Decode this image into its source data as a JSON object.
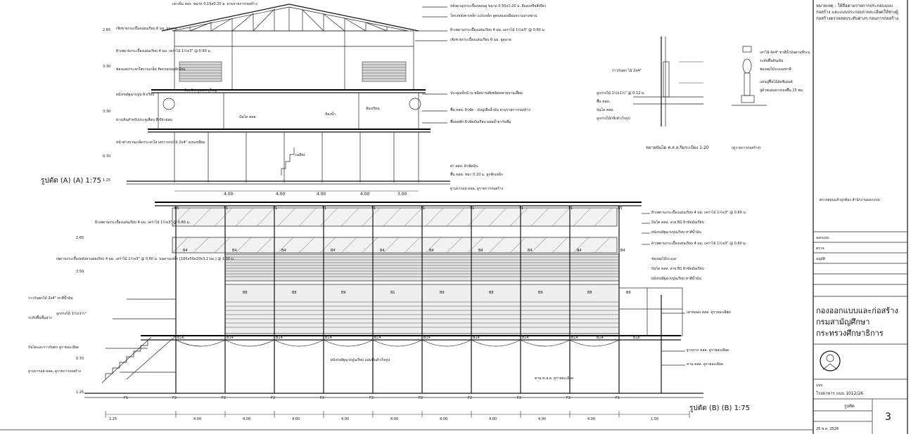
{
  "section_label": "รูปตัด (A) (A) 1:75",
  "elevation_label": "รูปตัด (B) (B) 1:75",
  "detail_title": "ขยายบันได ค.ส.ล.ริมระเบียง 1:20",
  "detail_note": "(ดูรายการก่อสร้าง)",
  "roof_top_note": "เสาเข็ม คอร. ขนาด 0.15x0.20 ม. ตามรายการก่อสร้าง",
  "upper_notes": [
    "หลังคามุงกระเบื้องลอนคู่ ขนาด 0.50x1.20 ม. สีแดงหรือสีเขียว",
    "โครงหลังคาเหล็ก แปรเหล็ก สูตรสองเหลี่ยมความลาดชาน",
    "ฝ้าเพดานกระเบื้องแผ่นเรียบ 4 มม. เคร่าไม้ 1½x3\" @ 0.60 ม.",
    "เชิงชายกระเบื้องแผ่นเรียบ 6 มม. ยูคอาล",
    "ประตูเหล็กม้วน ชนิดบานพับชนิดหลายบานเฟี้ยม",
    "พื้น คสล. ผิวขัด - มันปูเสื่อน้ำมัน ตามรายการก่อสร้าง",
    "พื้นหอพัก ผิวขัดมันเรียบ ผสมน้ำยากันซึม"
  ],
  "left_notes": [
    "เชิงชายกระเบื้องแผ่นเรียบ 6 มม. ยูคอาล",
    "ฝ้าเพดานกระเบื้องแผ่นเรียบ 4 มม. เคร่าไม้ 1½x3\" @ 0.60 ม.",
    "ช่องแสงกระจกใสบานเกล็ด ติดกรอบอลูมิเนียม",
    "ผนังก่ออิฐฉาบปูน ผิวเรียบ",
    "ทางเดินสำหรับประตูเลื่อน สีเขียวอ่อน",
    "หน้าต่างบานเกล็ดกระจกใส เคร่าวงกบไม้ 2x4\" แบบเหลี่ยม"
  ],
  "section_rooms": [
    "ห้องพักครูและครูใหญ่",
    "บันได คสล.",
    "ห้องน้ำ",
    "ห้องเรียน",
    "เฉลียง"
  ],
  "mid_notes": [
    "ฝา คสล. ผิวขัดมัน",
    "พื้น คสล. หนา 0.10 ม. ลูกฟักเหล็ก",
    "ฐานรากแผ่ คสล. ดูรายการก่อสร้าง"
  ],
  "detail_notes": [
    "ราวกันตก ไม้ 2x4\"",
    "ลูกกรงไม้ 1½x1½\" @ 0.12 ม.",
    "พื้น คสล.",
    "บันได คสล.",
    "ลูกกรงไม้กลึงสำเร็จรูป"
  ],
  "far_right_notes": [
    "เสาไม้ 4x4\" ทาสีน้ำมันตามที่ระบุ",
    "ระดับพื้นดินเดิม",
    "ช่องลมไม้ระแนงทาสี",
    "แผ่นปูพื้นไม้อัดซีเมนต์",
    "ปูด้วยแผ่นยางรองพื้น 15 ซม."
  ],
  "stamp_text": "ตรวจสอบแล้วถูกต้อง สำนักงานออกแบบ",
  "elevation_left_notes": [
    "ฝ้าเพดานกระเบื้องแผ่นเรียบ 4 มม. เคร่าไม้ 1½x3\" @ 0.60 ม.",
    "เพดานกระเบื้องหลังคาแผ่นเรียบ 4 มม. เคร่าไม้ 1½x3\" @ 0.60 ม. บนคานเหล็ก [100x50x20x3.2 มม.] @ 1.00 ม.",
    "ราวกันตกไม้ 2x4\" ทาสีน้ำมัน",
    "ระดับพื้นชั้นล่าง",
    "ลูกกรงไม้ 1½x1½\"",
    "บันไดและราวกันตก ดูรายละเอียด",
    "ฐานรากแผ่ คสล. ดูรายการก่อสร้าง"
  ],
  "elevation_right_notes": [
    "ฝ้าเพดานกระเบื้องแผ่นเรียบ 4 มม. เคร่าไม้ 1½x3\" @ 0.60 ม.",
    "บันได คสล. ลาย B1 ผิวขัดมันเรียบ",
    "ผนังก่ออิฐฉาบปูนเรียบ ทาสีน้ำมัน",
    "ผ้าเพดานกระเบื้องแผ่นเรียบ 4 มม. เคร่าไม้ 1½x3\" @ 0.60 ม.",
    "ช่องลมไม้ระแนง",
    "บันได คสล. ลาย B1 ผิวขัดมันเรียบ",
    "ผนังก่ออิฐฉาบปูนเรียบ ทาสีน้ำมัน",
    "เสาตอม่อ คสล. ดูรายละเอียด",
    "ฐานราก คสล. ดูรายละเอียด",
    "คาน คสล. ดูรายละเอียด"
  ],
  "bottom_notes": [
    "ผนังก่ออิฐฉาบปูนเรียบ แผ่นพื้นสำเร็จรูป",
    "คาน ค.ส.ล. ดูรายละเอียด"
  ],
  "level_labels": [
    "2.65",
    "3.30",
    "3.30",
    "0.70",
    "1.25",
    "2.65",
    "0.70",
    "1.25",
    "3.50"
  ],
  "axis_labels": [
    "F1",
    "F2",
    "F2",
    "F2",
    "F2",
    "F2",
    "F2",
    "F2",
    "F2",
    "F2",
    "F1"
  ],
  "bay_dims": [
    "1.25",
    "4.00",
    "4.00",
    "4.00",
    "4.00",
    "4.00",
    "4.00",
    "4.00",
    "4.00",
    "4.00",
    "1.50"
  ],
  "section_dims": [
    "4.00",
    "4.00",
    "4.00",
    "4.00",
    "3.00"
  ],
  "beam_tags_top": [
    "B5",
    "T1",
    "T1",
    "T1",
    "T1",
    "T1",
    "T1",
    "T1",
    "T1",
    "B5"
  ],
  "beam_tags_mid": [
    "B4",
    "B4",
    "B4",
    "B4",
    "B4",
    "B4",
    "B4",
    "B4",
    "B4",
    "B4"
  ],
  "beam_tags_low": [
    "B8",
    "B8",
    "B9",
    "B1",
    "B9",
    "B8",
    "B9",
    "B8",
    "B9"
  ],
  "beam_tags_floor": [
    "B16",
    "B14",
    "B14",
    "B14",
    "B14",
    "B14",
    "B14",
    "B14",
    "B14",
    "B14",
    "B16"
  ],
  "title_block": {
    "notes": "หมายเหตุ : ให้ถือตามรายการประกอบแบบก่อสร้าง และแบบประกอบรายละเอียดให้ช่างผู้ก่อสร้างตรวจสอบระดับต่างๆ ก่อนการก่อสร้าง",
    "org_1": "กองออกแบบและก่อสร้าง",
    "org_2": "กรมสามัญศึกษา",
    "org_3": "กระทรวงศึกษาธิการ",
    "plan_prefix": "แบบ",
    "plan_name": "โรงอาหาร แบบ 1012/26",
    "sheet_label": "รูปตัด",
    "sheet_no": "3",
    "date": "25 พ.ค. 2528",
    "designer_label": "ออกแบบ",
    "checker_label": "ตรวจ",
    "approver_label": "อนุมัติ"
  }
}
